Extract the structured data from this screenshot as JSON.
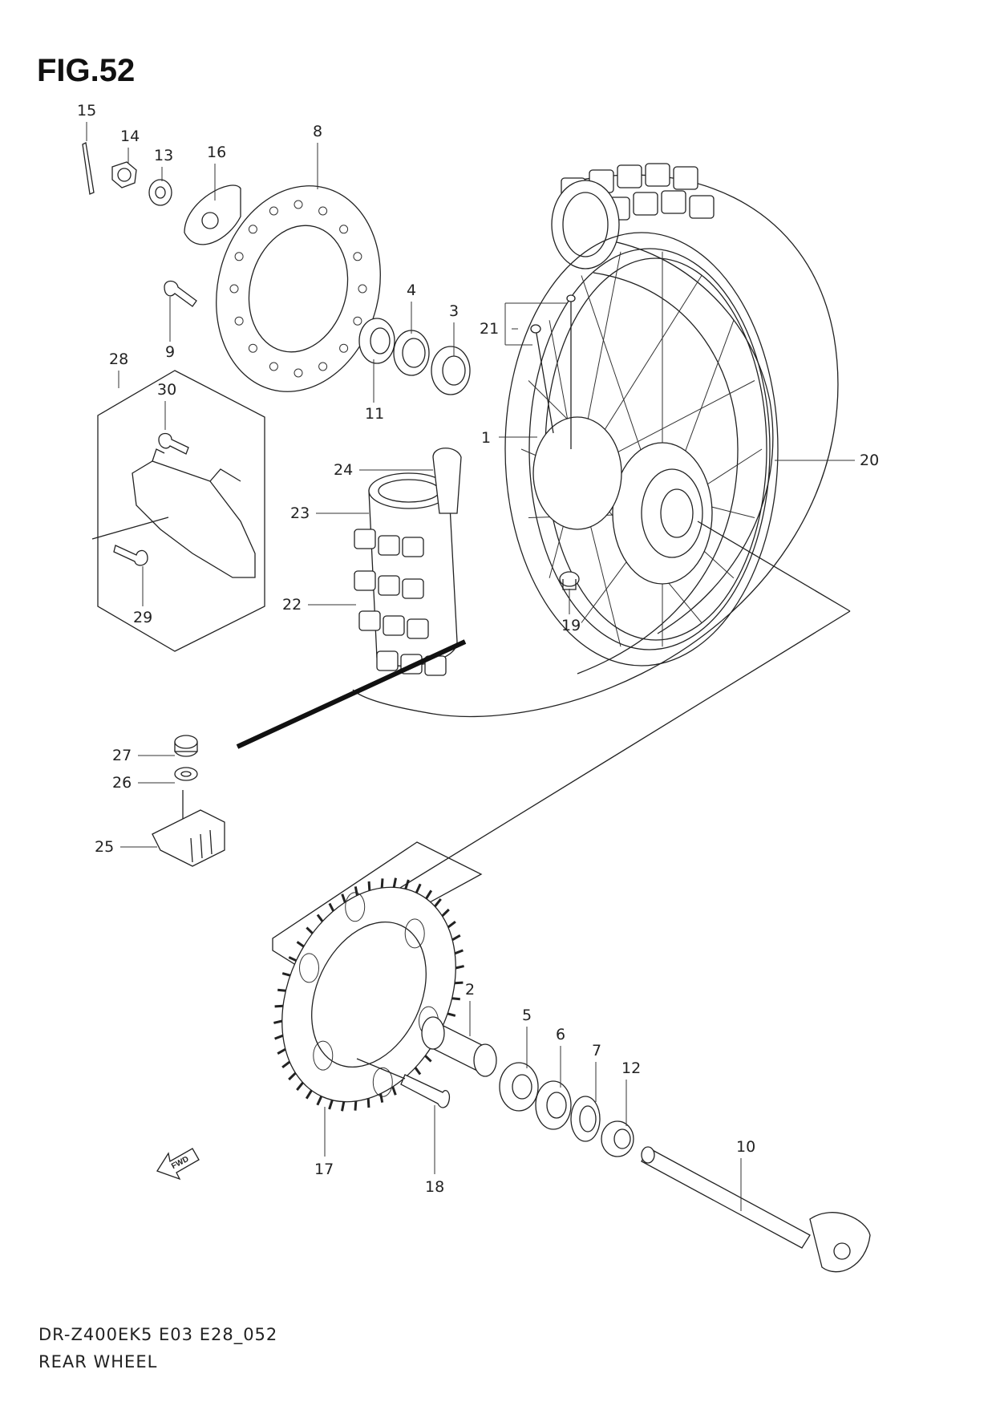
{
  "figure": {
    "title": "FIG.52",
    "model_code": "DR-Z400EK5 E03 E28_052",
    "caption": "REAR WHEEL",
    "fwd_arrow_label": "FWD"
  },
  "parts": [
    {
      "id": "p1",
      "label": "1"
    },
    {
      "id": "p2",
      "label": "2"
    },
    {
      "id": "p3",
      "label": "3"
    },
    {
      "id": "p4",
      "label": "4"
    },
    {
      "id": "p5",
      "label": "5"
    },
    {
      "id": "p6",
      "label": "6"
    },
    {
      "id": "p7",
      "label": "7"
    },
    {
      "id": "p8",
      "label": "8"
    },
    {
      "id": "p9",
      "label": "9"
    },
    {
      "id": "p10",
      "label": "10"
    },
    {
      "id": "p11",
      "label": "11"
    },
    {
      "id": "p12",
      "label": "12"
    },
    {
      "id": "p13",
      "label": "13"
    },
    {
      "id": "p14",
      "label": "14"
    },
    {
      "id": "p15",
      "label": "15"
    },
    {
      "id": "p16",
      "label": "16"
    },
    {
      "id": "p17",
      "label": "17"
    },
    {
      "id": "p18",
      "label": "18"
    },
    {
      "id": "p19",
      "label": "19"
    },
    {
      "id": "p20",
      "label": "20"
    },
    {
      "id": "p21",
      "label": "21"
    },
    {
      "id": "p22",
      "label": "22"
    },
    {
      "id": "p23",
      "label": "23"
    },
    {
      "id": "p24",
      "label": "24"
    },
    {
      "id": "p25",
      "label": "25"
    },
    {
      "id": "p26",
      "label": "26"
    },
    {
      "id": "p27",
      "label": "27"
    },
    {
      "id": "p28",
      "label": "28"
    },
    {
      "id": "p29",
      "label": "29"
    },
    {
      "id": "p30",
      "label": "30"
    }
  ]
}
